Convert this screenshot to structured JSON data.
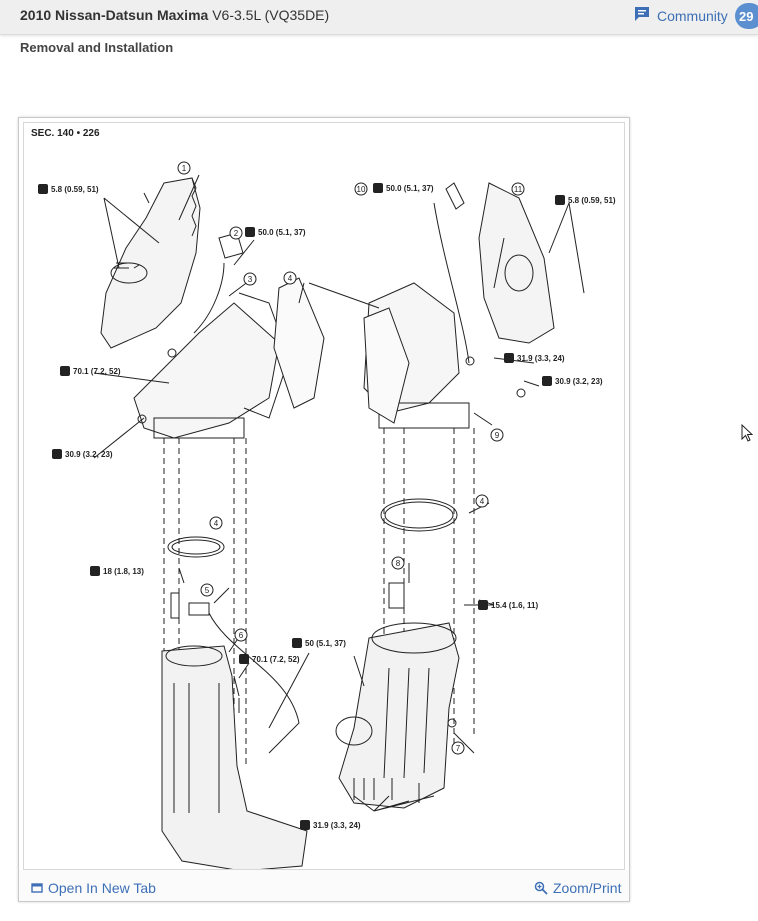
{
  "header": {
    "title_bold": "2010 Nissan-Datsun Maxima",
    "title_rest": " V6-3.5L (VQ35DE)",
    "community_label": "Community",
    "community_count": "29"
  },
  "section_title": "Removal and Installation",
  "diagram": {
    "sec_label": "SEC. 140 • 226",
    "callouts": [
      "1",
      "2",
      "3",
      "4",
      "4",
      "4",
      "5",
      "6",
      "7",
      "8",
      "9",
      "10",
      "11"
    ],
    "torque": {
      "t1": "5.8 (0.59, 51)",
      "t2": "50.0 (5.1, 37)",
      "t3": "70.1 (7.2, 52)",
      "t4": "30.9 (3.2, 23)",
      "t5": "18 (1.8, 13)",
      "t6": "70.1 (7.2, 52)",
      "t7": "50 (5.1, 37)",
      "t8": "31.9 (3.3, 24)",
      "t9": "50.0 (5.1, 37)",
      "t10": "5.8 (0.59, 51)",
      "t11": "31.9 (3.3, 24)",
      "t12": "30.9 (3.2, 23)",
      "t13": "15.4 (1.6, 11)"
    }
  },
  "footer": {
    "open_tab": "Open In New Tab",
    "zoom_print": "Zoom/Print"
  },
  "colors": {
    "link": "#3d6fb6",
    "badge": "#5b8fcf"
  }
}
